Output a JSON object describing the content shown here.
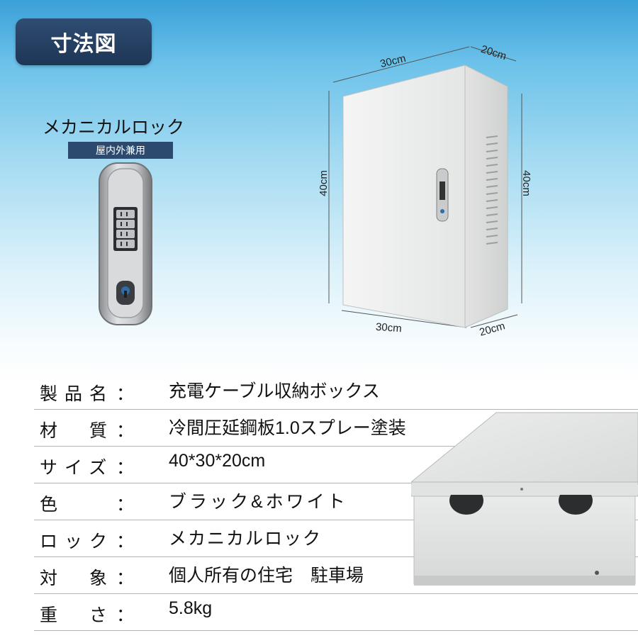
{
  "title": "寸法図",
  "lock": {
    "title": "メカニカルロック",
    "subtitle": "屋内外兼用",
    "icon": "combination-lock-icon"
  },
  "dimensions": {
    "top_width": "30cm",
    "top_depth": "20cm",
    "left_height": "40cm",
    "right_height": "40cm",
    "bottom_width": "30cm",
    "bottom_depth": "20cm"
  },
  "specs": [
    {
      "label": "製品名",
      "colon": "：",
      "value": "充電ケーブル収納ボックス"
    },
    {
      "label": "材　質",
      "colon": "：",
      "value": "冷間圧延鋼板1.0スプレー塗装"
    },
    {
      "label": "サイズ",
      "colon": "：",
      "value": "40*30*20cm"
    },
    {
      "label": "色",
      "colon": "：",
      "value": "ブラック&ホワイト"
    },
    {
      "label": "ロック",
      "colon": "：",
      "value": "メカニカルロック"
    },
    {
      "label": "対　象",
      "colon": "：",
      "value": "個人所有の住宅　駐車場"
    },
    {
      "label": "重　さ",
      "colon": "：",
      "value": "5.8kg"
    }
  ],
  "colors": {
    "badge": "#1e3556",
    "subtitle_bg": "#2c4a6e",
    "cabinet": "#f0f1f0"
  }
}
